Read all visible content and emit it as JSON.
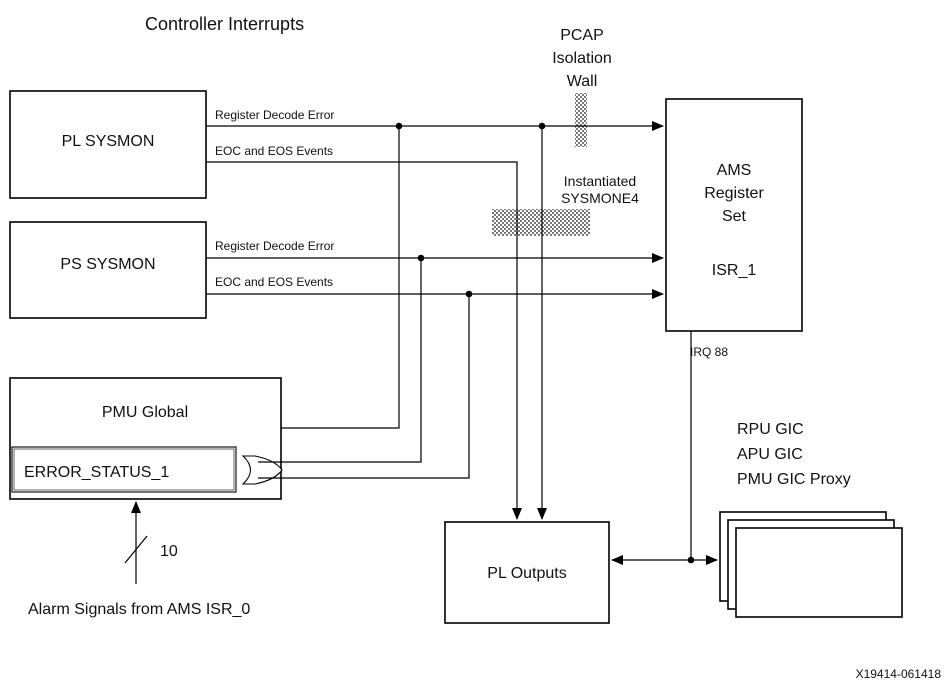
{
  "title": "Controller Interrupts",
  "pcap_label": [
    "PCAP",
    "Isolation",
    "Wall"
  ],
  "instantiated_label": [
    "Instantiated",
    "SYSMONE4"
  ],
  "blocks": {
    "pl_sysmon": "PL SYSMON",
    "ps_sysmon": "PS SYSMON",
    "pmu_global": "PMU Global",
    "error_status": "ERROR_STATUS_1",
    "ams_register": [
      "AMS",
      "Register",
      "Set"
    ],
    "isr1": "ISR_1",
    "pl_outputs": "PL Outputs"
  },
  "signals": {
    "pl_reg_decode": "Register Decode Error",
    "pl_eoc_eos": "EOC and EOS Events",
    "ps_reg_decode": "Register Decode Error",
    "ps_eoc_eos": "EOC and EOS Events",
    "irq": "IRQ 88",
    "bus_width": "10"
  },
  "gic_labels": [
    "RPU GIC",
    "APU GIC",
    "PMU GIC Proxy"
  ],
  "alarm_label": "Alarm Signals from AMS ISR_0",
  "figure_id": "X19414-061418"
}
